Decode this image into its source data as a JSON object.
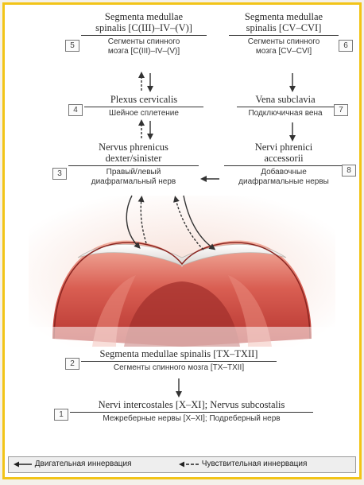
{
  "nodes": {
    "n5": {
      "number": "5",
      "latin_1": "Segmenta medullae",
      "latin_2": "spinalis [C(III)–IV–(V)]",
      "russian_1": "Сегменты спинного",
      "russian_2": "мозга [C(III)–IV–(V)]"
    },
    "n6": {
      "number": "6",
      "latin_1": "Segmenta medullae",
      "latin_2": "spinalis [CV–CVI]",
      "russian_1": "Сегменты спинного",
      "russian_2": "мозга [CV–CVI]"
    },
    "n4": {
      "number": "4",
      "latin_1": "Plexus cervicalis",
      "russian_1": "Шейное сплетение"
    },
    "n7": {
      "number": "7",
      "latin_1": "Vena subclavia",
      "russian_1": "Подключичная вена"
    },
    "n3": {
      "number": "3",
      "latin_1": "Nervus phrenicus",
      "latin_2": "dexter/sinister",
      "russian_1": "Правый/левый",
      "russian_2": "диафрагмальный нерв"
    },
    "n8": {
      "number": "8",
      "latin_1": "Nervi phrenici",
      "latin_2": "accessorii",
      "russian_1": "Добавочные",
      "russian_2": "диафрагмальные нервы"
    },
    "n2": {
      "number": "2",
      "latin_1": "Segmenta medullae spinalis [TX–TXII]",
      "russian_1": "Сегменты спинного мозга [TX–TXII]"
    },
    "n1": {
      "number": "1",
      "latin_1": "Nervi intercostales [X–XI]; Nervus subcostalis",
      "russian_1": "Межреберные нервы [X–XI]; Подреберный нерв"
    }
  },
  "legend": {
    "motor": "Двигательная иннервация",
    "sensory": "Чувствительная иннервация"
  },
  "colors": {
    "frame": "#f2c418",
    "diaphragm_red": "#c64a44",
    "arrow": "#333333"
  }
}
